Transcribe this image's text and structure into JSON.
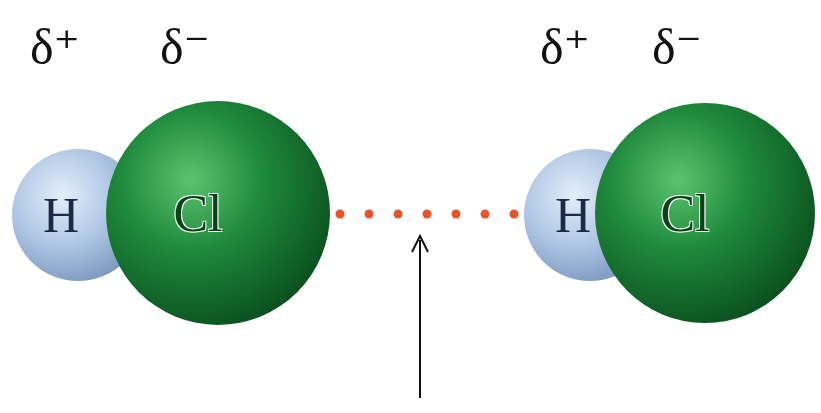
{
  "diagram": {
    "nodes": [
      {
        "text": [
          "H"
        ]
      },
      {
        "text": [
          "Cl"
        ]
      },
      {
        "text": [
          "H"
        ]
      },
      {
        "text": [
          "Cl"
        ]
      }
    ],
    "edges": [
      {
        "from": 1,
        "to": 2,
        "arrow": "none"
      }
    ],
    "labels": [
      "δ⁺",
      "δ⁻",
      "δ⁺",
      "δ⁻"
    ]
  }
}
